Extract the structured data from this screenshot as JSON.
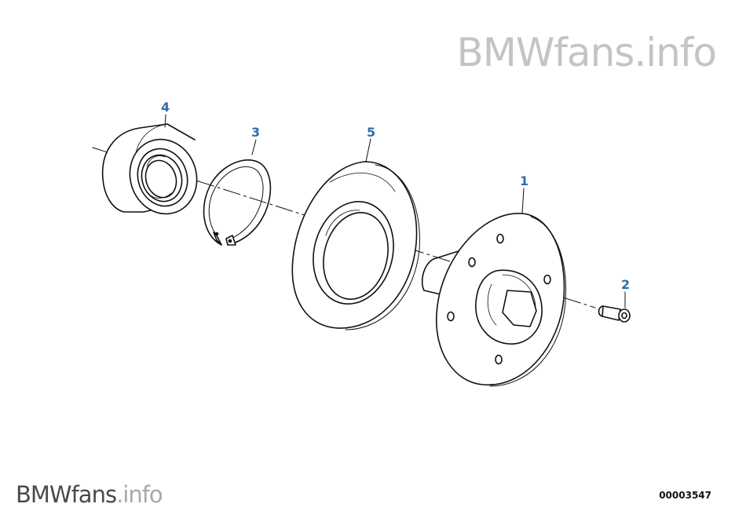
{
  "watermark_top": {
    "brand": "BMWfans",
    "tld": ".info"
  },
  "watermark_bottom": {
    "brand": "BMWfans",
    "tld": ".info"
  },
  "reference_number": "00003547",
  "callout_color": "#2f6db0",
  "parts": [
    {
      "label": "1"
    },
    {
      "label": "2"
    },
    {
      "label": "3"
    },
    {
      "label": "4"
    },
    {
      "label": "5"
    }
  ]
}
